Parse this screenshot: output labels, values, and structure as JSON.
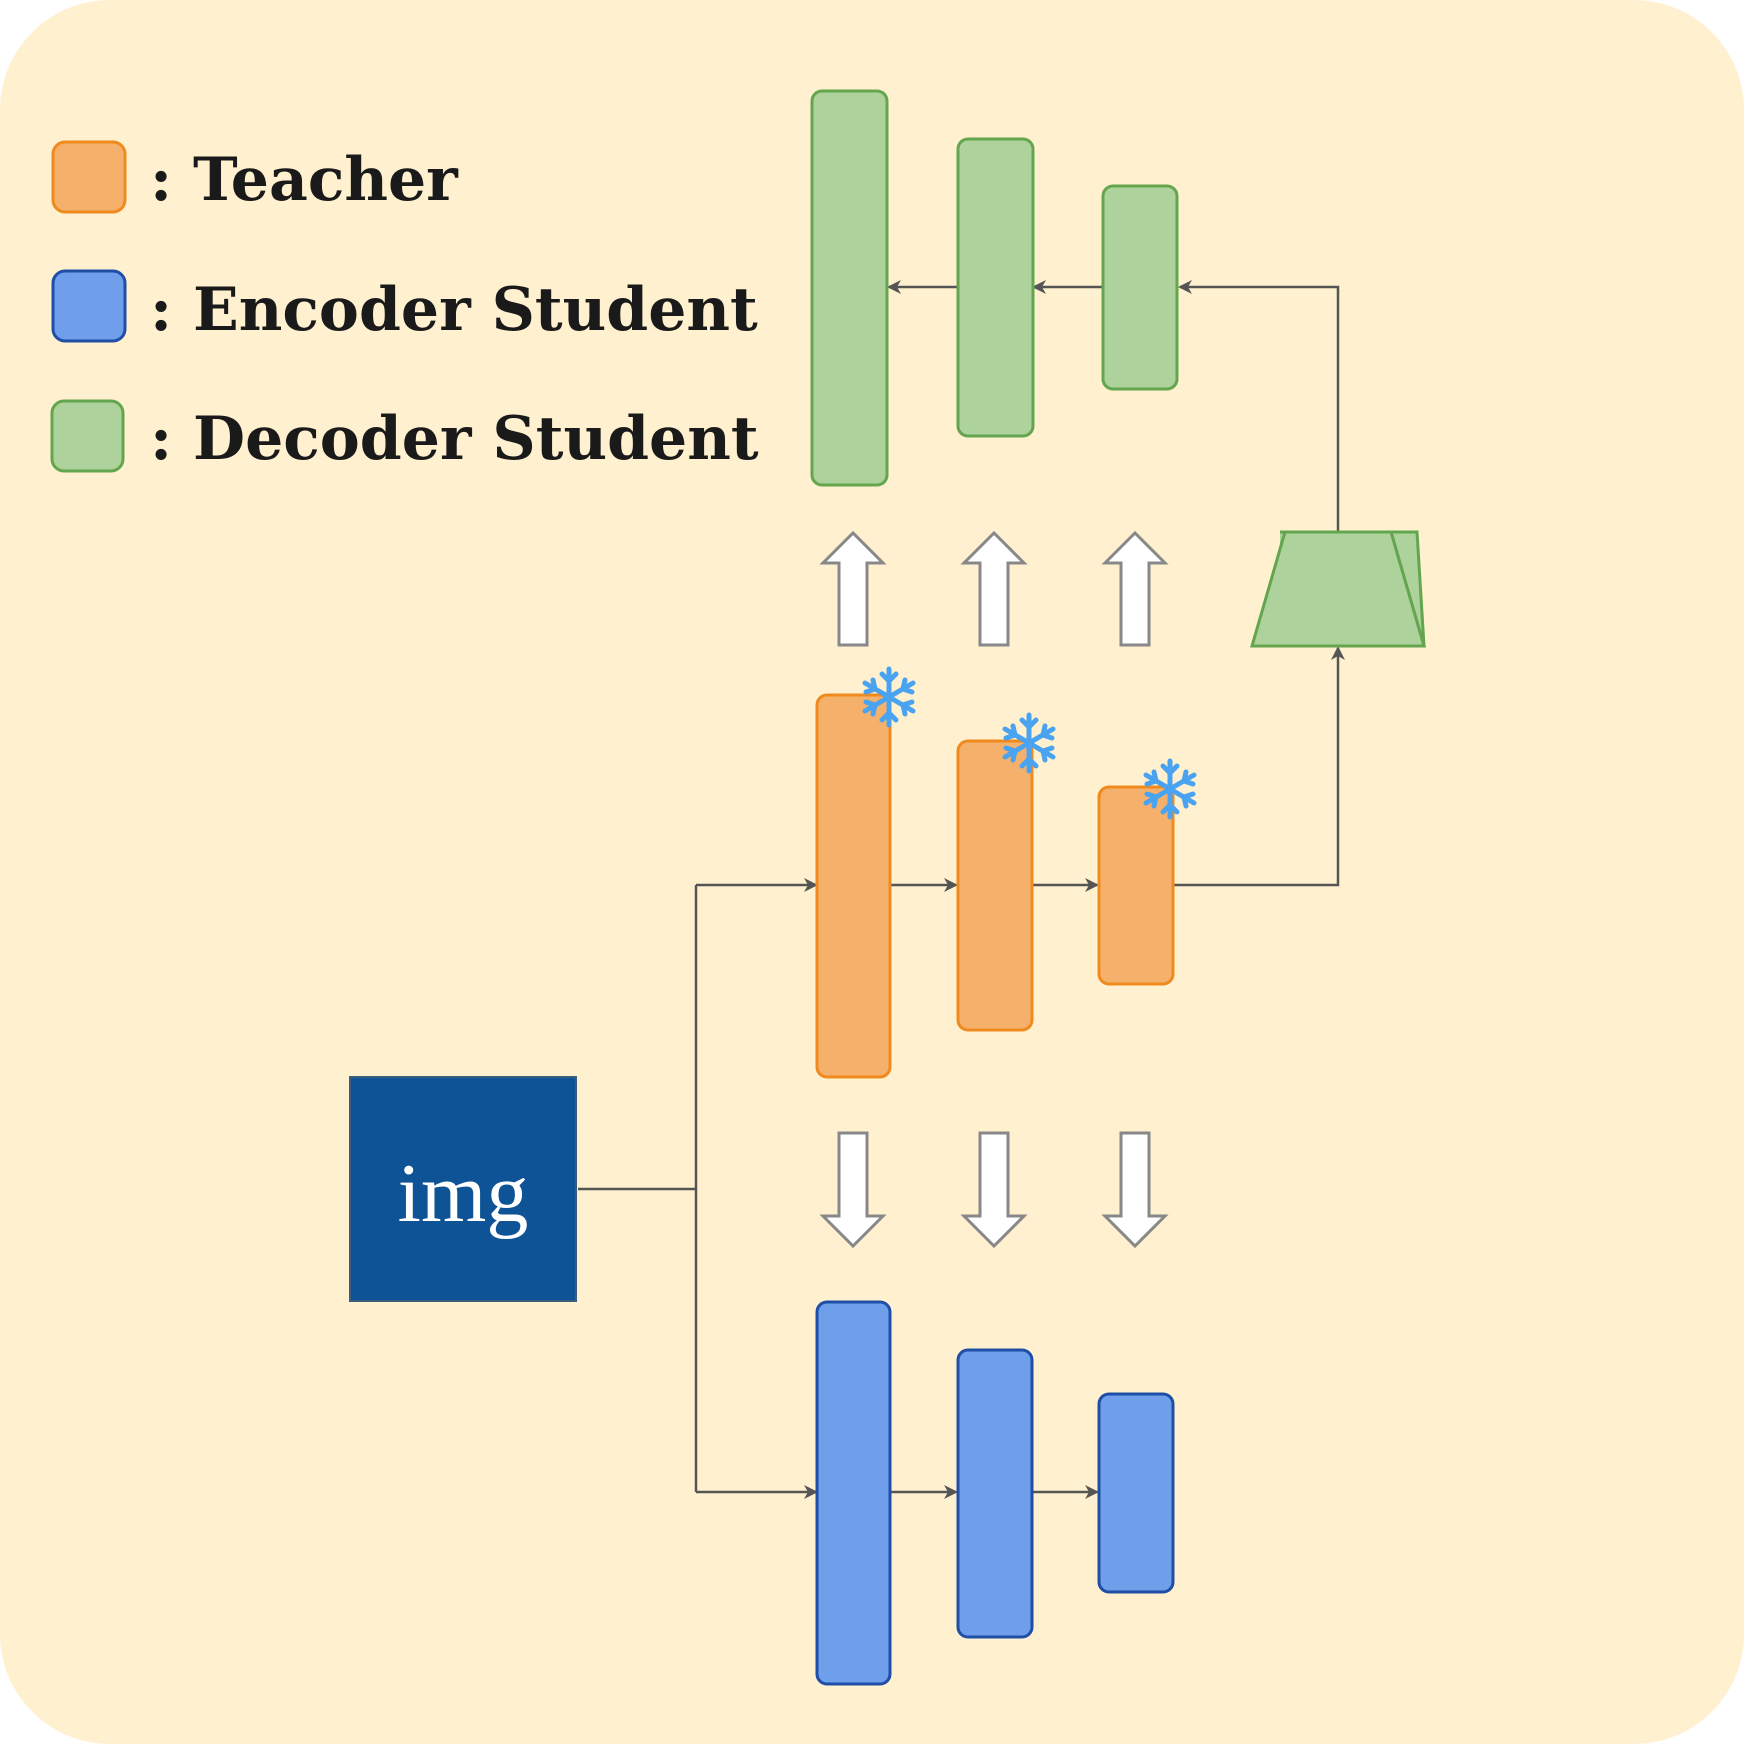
{
  "colors": {
    "background": "#FFF1CF",
    "teacher_fill": "#F5B16C",
    "teacher_stroke": "#EE8A1E",
    "encoder_fill": "#6F9EEA",
    "encoder_stroke": "#1F4EA6",
    "decoder_fill": "#AED29B",
    "decoder_stroke": "#64A54F",
    "img_fill": "#0E5395",
    "arrow": "#555555",
    "snowflake": "#4AA3F0"
  },
  "legend": [
    {
      "label": ": Teacher",
      "color": "teacher"
    },
    {
      "label": ": Encoder Student",
      "color": "encoder"
    },
    {
      "label": ": Decoder Student",
      "color": "decoder"
    }
  ],
  "input": {
    "label": "img"
  },
  "icons": {
    "frozen": "snowflake-icon"
  }
}
